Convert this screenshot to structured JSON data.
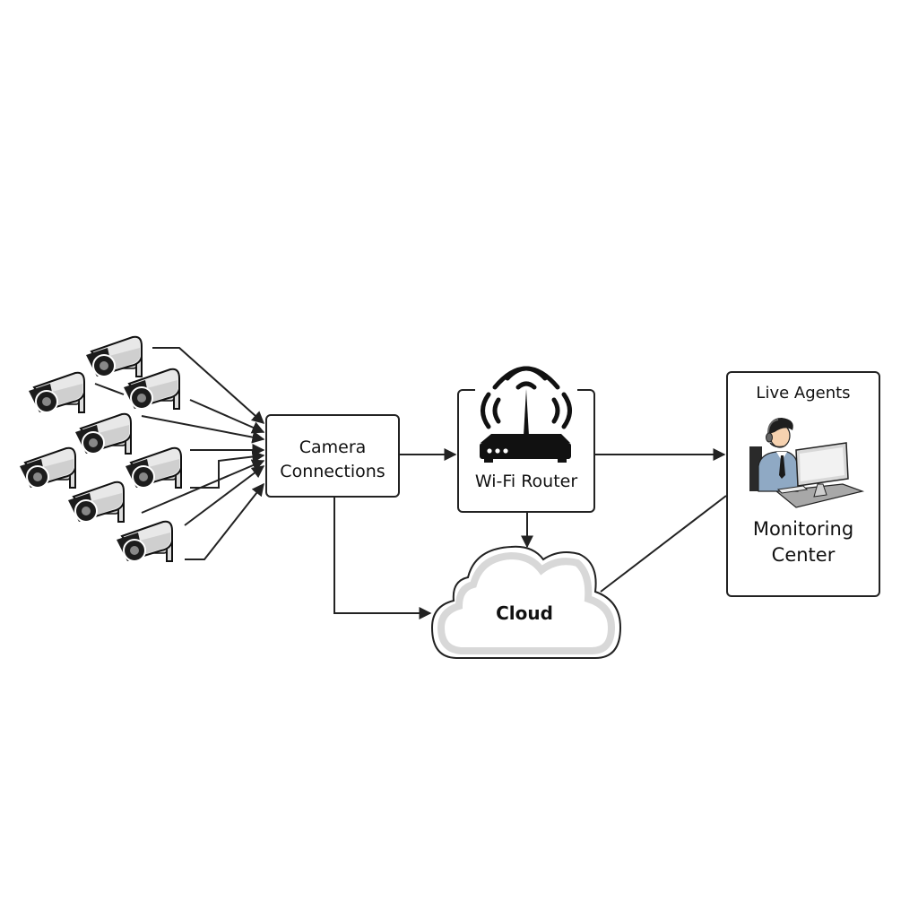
{
  "diagram": {
    "title": "",
    "nodes": {
      "cameras": {
        "count": 8,
        "icon": "cctv-camera-icon"
      },
      "camera_connections": {
        "label_line1": "Camera",
        "label_line2": "Connections"
      },
      "router": {
        "label": "Wi-Fi Router",
        "icon": "wifi-router-icon"
      },
      "cloud": {
        "label": "Cloud",
        "icon": "cloud-icon"
      },
      "monitoring_center": {
        "title": "Live Agents",
        "label_line1": "Monitoring",
        "label_line2": "Center",
        "icon": "agent-at-computer-icon"
      }
    },
    "edges": [
      {
        "from": "cameras",
        "to": "camera_connections"
      },
      {
        "from": "camera_connections",
        "to": "router"
      },
      {
        "from": "camera_connections",
        "to": "cloud"
      },
      {
        "from": "router",
        "to": "cloud"
      },
      {
        "from": "router",
        "to": "monitoring_center"
      },
      {
        "from": "cloud",
        "to": "monitoring_center"
      }
    ],
    "colors": {
      "stroke": "#222222",
      "cloud_fill": "#ffffff",
      "cloud_rim": "#d8d8d8",
      "camera_body": "#e6e6e6",
      "agent_shirt": "#8fa9c4",
      "agent_skin": "#f6d2b0"
    }
  }
}
